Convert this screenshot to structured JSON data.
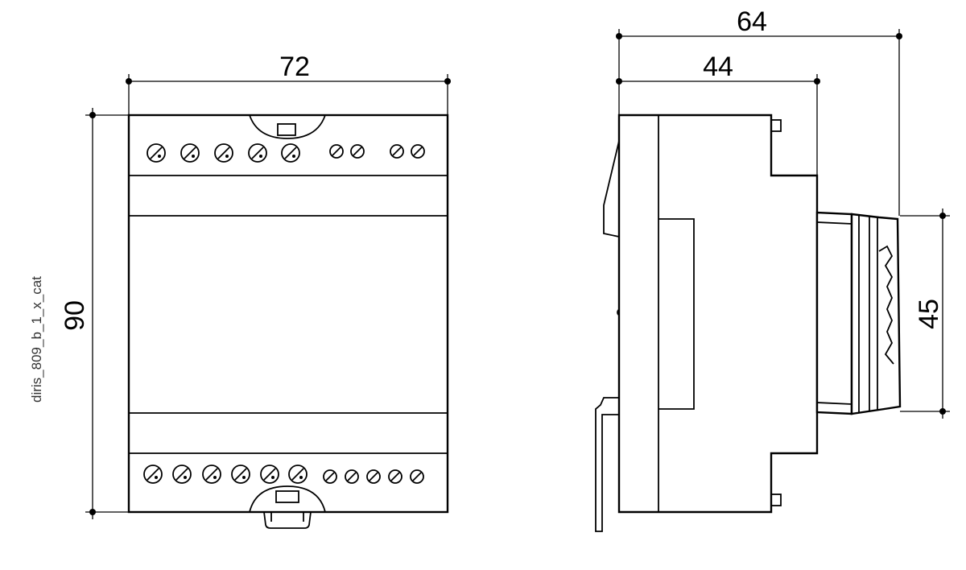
{
  "caption": "diris_809_b_1_x_cat",
  "dimensions": {
    "front_width": "72",
    "front_height": "90",
    "side_total_depth": "64",
    "side_body_depth": "44",
    "side_front_height": "45"
  }
}
